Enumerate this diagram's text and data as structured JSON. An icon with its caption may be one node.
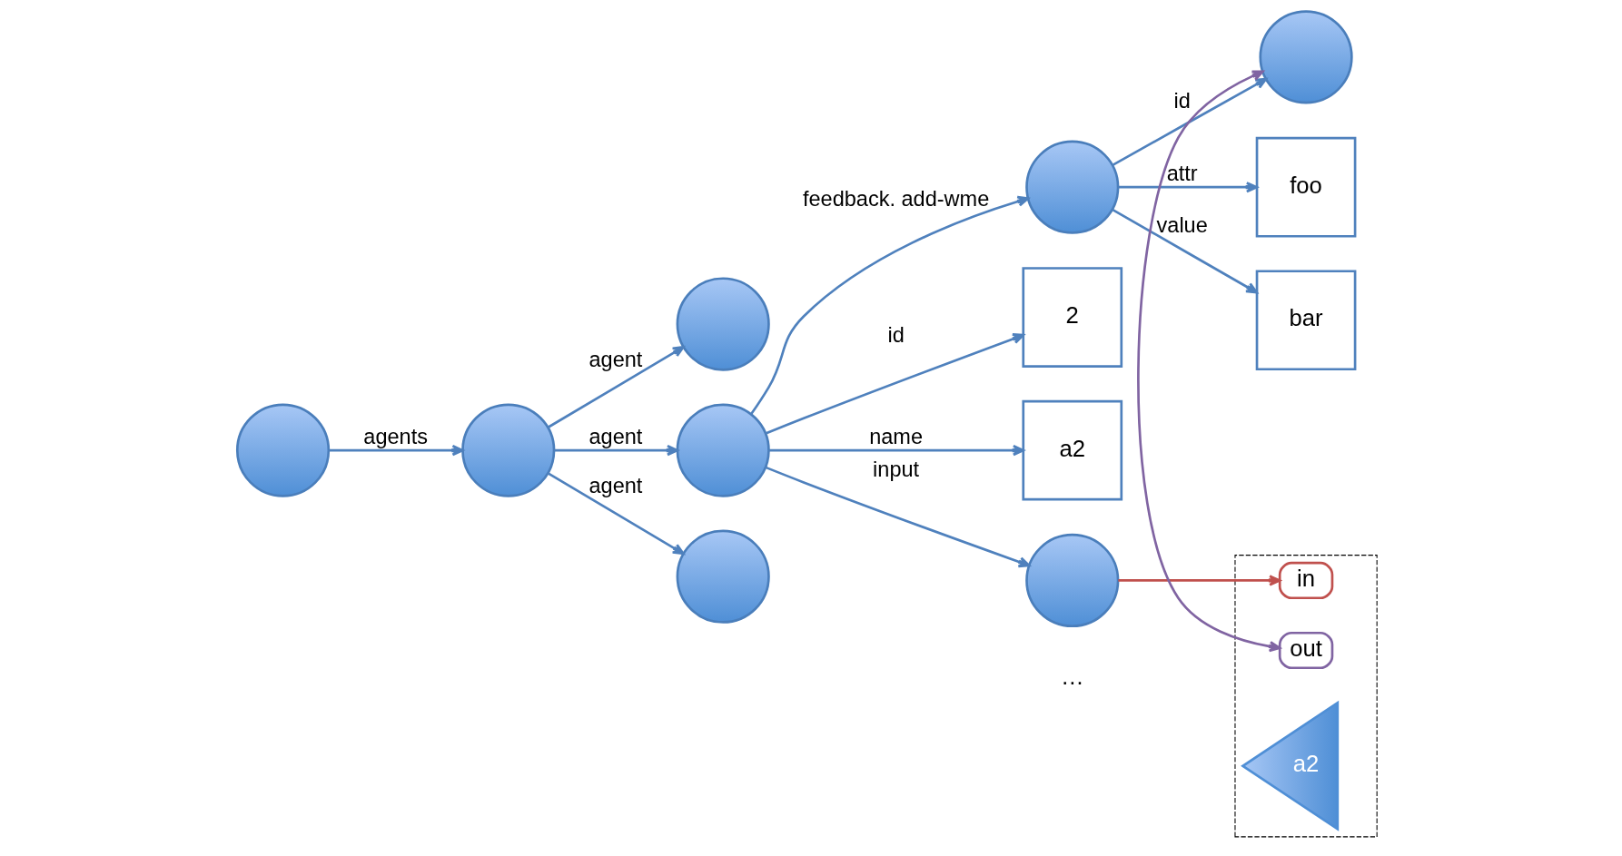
{
  "diagram": {
    "nodes": [
      {
        "text": [],
        "shape": "circle"
      },
      {
        "text": [],
        "shape": "circle"
      },
      {
        "text": [],
        "shape": "circle"
      },
      {
        "text": [],
        "shape": "circle"
      },
      {
        "text": [],
        "shape": "circle"
      },
      {
        "text": [],
        "shape": "circle"
      },
      {
        "text": [
          "2"
        ]
      },
      {
        "text": [
          "a2"
        ]
      },
      {
        "text": [],
        "shape": "circle"
      },
      {
        "text": [],
        "shape": "circle"
      },
      {
        "text": [
          "foo"
        ]
      },
      {
        "text": [
          "bar"
        ]
      },
      {
        "text": [],
        "shape": "box"
      },
      {
        "text": [
          "in"
        ],
        "in": 12
      },
      {
        "text": [
          "out"
        ],
        "in": 12
      },
      {
        "text": [
          "a2"
        ],
        "in": 12
      }
    ],
    "edges": [
      {
        "from": 0,
        "to": 1,
        "arrow": "to",
        "label": "agents"
      },
      {
        "from": 1,
        "to": 2,
        "arrow": "to",
        "label": "agent"
      },
      {
        "from": 1,
        "to": 3,
        "arrow": "to",
        "label": "agent"
      },
      {
        "from": 1,
        "to": 4,
        "arrow": "to",
        "label": "agent"
      },
      {
        "from": 3,
        "to": 5,
        "arrow": "to",
        "label": "feedback. add-wme"
      },
      {
        "from": 3,
        "to": 6,
        "arrow": "to",
        "label": "id"
      },
      {
        "from": 3,
        "to": 7,
        "arrow": "to",
        "label": "name"
      },
      {
        "from": 3,
        "to": 8,
        "arrow": "to",
        "label": "input"
      },
      {
        "from": 5,
        "to": 9,
        "arrow": "to",
        "label": "id"
      },
      {
        "from": 5,
        "to": 10,
        "arrow": "to",
        "label": "attr"
      },
      {
        "from": 5,
        "to": 11,
        "arrow": "to",
        "label": "value"
      },
      {
        "from": 8,
        "to": 13,
        "arrow": "to",
        "color": "#c0504d"
      },
      {
        "from": 14,
        "to": 9,
        "arrow": "both",
        "color": "#8064a2"
      }
    ],
    "labels": [
      "…"
    ]
  }
}
